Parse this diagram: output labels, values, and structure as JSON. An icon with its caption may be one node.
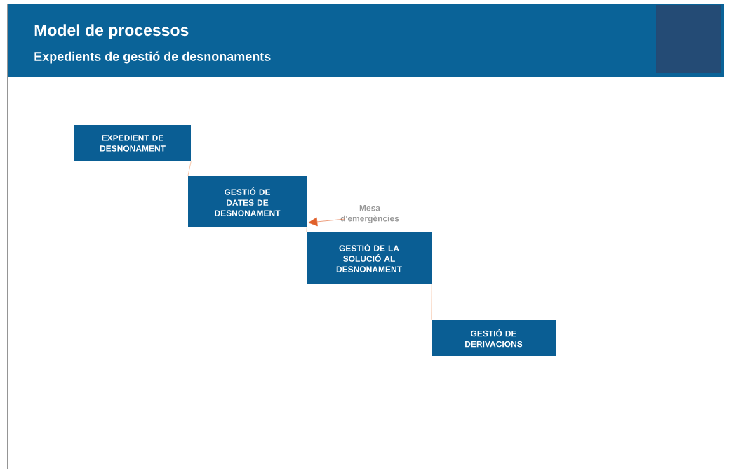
{
  "diagram": {
    "title": "Model de processos",
    "nodes": [
      {
        "text": [
          "EXPEDIENT DE DESNONAMENT"
        ]
      },
      {
        "text": [
          "GESTIÓ DE DATES DE DESNONAMENT"
        ]
      },
      {
        "text": [
          "GESTIÓ DE LA SOLUCIÓ AL DESNONAMENT"
        ]
      },
      {
        "text": [
          "GESTIÓ DE DERIVACIONS"
        ]
      },
      {
        "text": [
          "Mesa d'emergències"
        ]
      }
    ],
    "edges": [
      {
        "from": 0,
        "to": 1,
        "arrow": "none"
      },
      {
        "from": 1,
        "to": 2,
        "arrow": "none"
      },
      {
        "from": 2,
        "to": 3,
        "arrow": "none"
      },
      {
        "from": 4,
        "to": 1,
        "arrow": "to"
      }
    ],
    "labels": [
      "Expedients de gestió de desnonaments"
    ]
  }
}
